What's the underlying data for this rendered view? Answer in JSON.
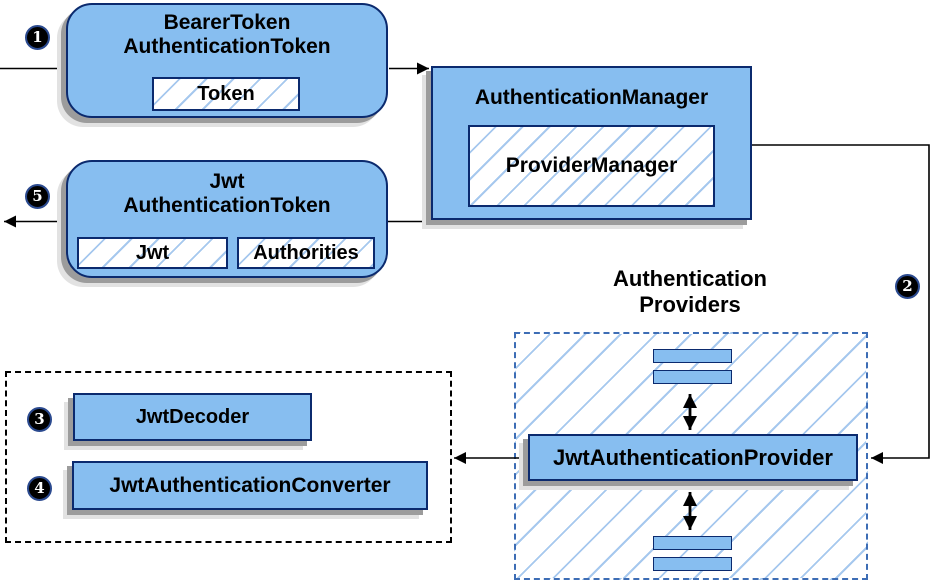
{
  "colors": {
    "canvas_bg": "#FFFFFF",
    "node_fill": "#87BEF0",
    "node_border": "#0B2A6E",
    "hatch_line": "#A6C8EE",
    "providers_dash_border": "#3D6DB5",
    "container_dash_border": "#000000",
    "shadow_dark": "#9C9C9C",
    "shadow_light": "#E2E2E2",
    "arrow": "#000000",
    "badge_bg": "#000000",
    "badge_fg": "#FFFFFF",
    "badge_ring": "#2B4A8F",
    "text": "#000000"
  },
  "badges": {
    "step1": "1",
    "step2": "2",
    "step3": "3",
    "step4": "4",
    "step5": "5"
  },
  "nodes": {
    "bearer_token_authentication_token": {
      "title_line1": "BearerToken",
      "title_line2": "AuthenticationToken",
      "token_chip": "Token"
    },
    "authentication_manager": {
      "title": "AuthenticationManager",
      "provider_manager_chip": "ProviderManager"
    },
    "jwt_authentication_token": {
      "title_line1": "Jwt",
      "title_line2": "AuthenticationToken",
      "jwt_chip": "Jwt",
      "authorities_chip": "Authorities"
    },
    "authentication_providers": {
      "label_line1": "Authentication",
      "label_line2": "Providers"
    },
    "jwt_authentication_provider": {
      "label": "JwtAuthenticationProvider"
    },
    "jwt_decoder": {
      "label": "JwtDecoder"
    },
    "jwt_authentication_converter": {
      "label": "JwtAuthenticationConverter"
    }
  }
}
